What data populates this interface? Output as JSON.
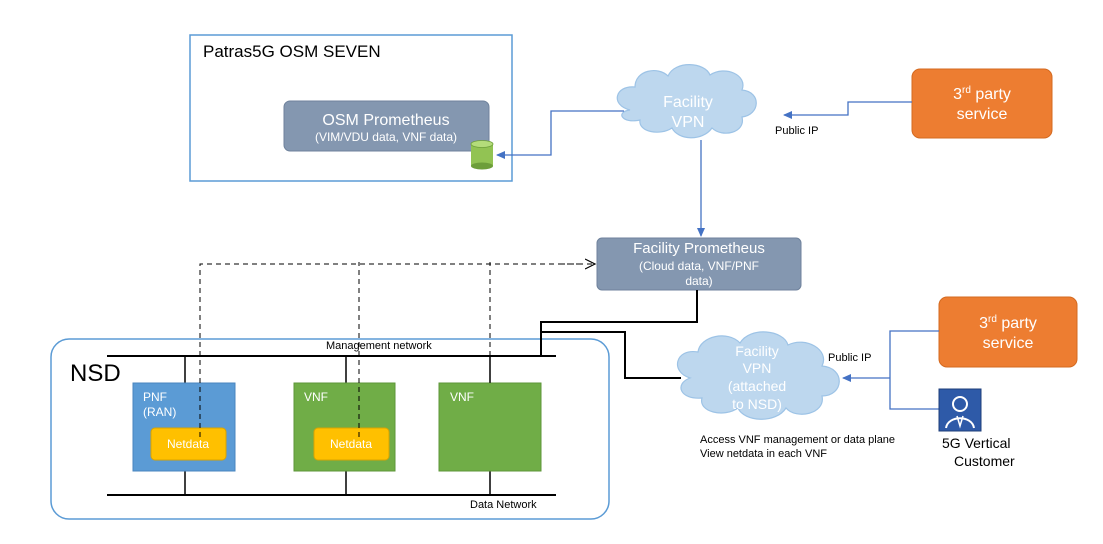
{
  "osm_box": {
    "title": "Patras5G OSM SEVEN"
  },
  "osm_prometheus": {
    "title": "OSM Prometheus",
    "subtitle": "(VIM/VDU data, VNF data)"
  },
  "facility_vpn_top": {
    "line1": "Facility",
    "line2": "VPN"
  },
  "third_party_top": {
    "line1_pre": "3",
    "line1_sup": "rd",
    "line1_post": " party",
    "line2": "service"
  },
  "public_ip_top": "Public IP",
  "facility_prometheus": {
    "title": "Facility Prometheus",
    "line2": "(Cloud data, VNF/PNF",
    "line3": "data)"
  },
  "nsd": {
    "title": "NSD",
    "management_network": "Management network",
    "data_network": "Data Network",
    "pnf": {
      "line1": "PNF",
      "line2": "(RAN)",
      "netdata": "Netdata"
    },
    "vnf1": {
      "label": "VNF",
      "netdata": "Netdata"
    },
    "vnf2": {
      "label": "VNF"
    }
  },
  "facility_vpn_nsd": {
    "line1": "Facility",
    "line2": "VPN",
    "line3": "(attached",
    "line4": "to NSD)"
  },
  "public_ip_bottom": "Public IP",
  "third_party_bottom": {
    "line1_pre": "3",
    "line1_sup": "rd",
    "line1_post": " party",
    "line2": "service"
  },
  "access_note": {
    "line1": "Access VNF management or data plane",
    "line2": "View netdata in each VNF"
  },
  "vertical_customer": {
    "line1": "5G Vertical",
    "line2": "Customer"
  },
  "colors": {
    "blue_box": "#5b9bd5",
    "grey_box": "#8497b0",
    "cloud": "#bdd7ee",
    "orange": "#ed7d31",
    "green": "#70ad47",
    "yellow": "#ffc000",
    "arrow": "#4472c4"
  }
}
